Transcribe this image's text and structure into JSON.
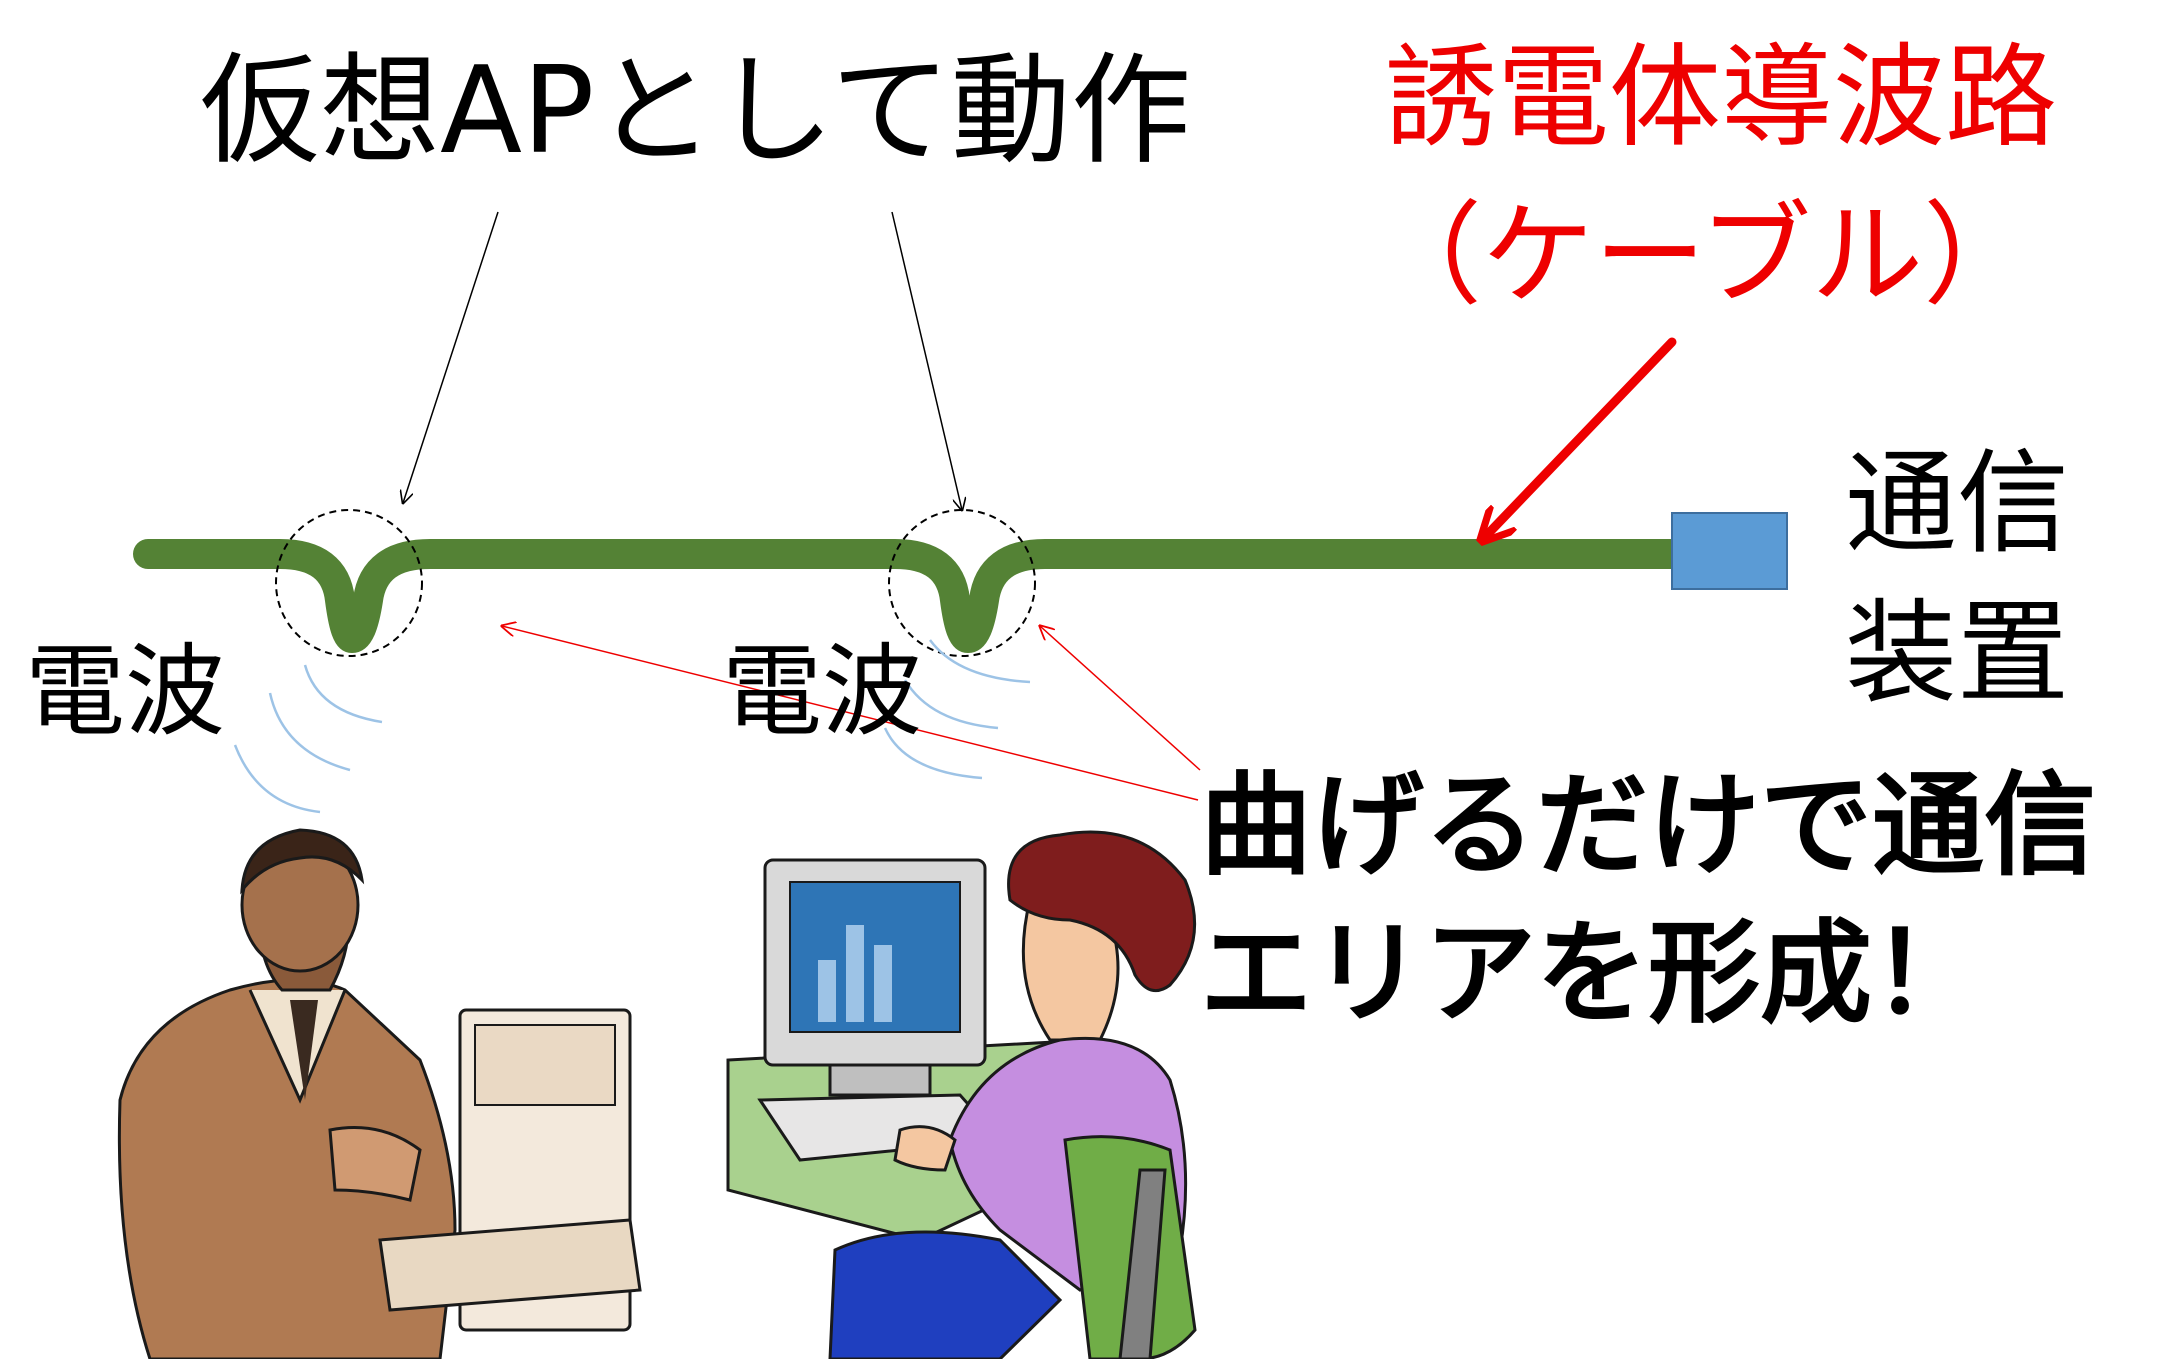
{
  "labels": {
    "virtual_ap": "仮想APとして動作",
    "dielectric_waveguide": "誘電体導波路",
    "cable": "（ケーブル）",
    "device_line1": "通信",
    "device_line2": "装置",
    "radio_wave_left": "電波",
    "radio_wave_center": "電波",
    "bend_line1": "曲げるだけで通信",
    "bend_line2": "エリアを形成！"
  },
  "colors": {
    "waveguide": "#548235",
    "device": "#5b9bd5",
    "highlight_text": "#ee0000",
    "waves": "#9dc3e6"
  },
  "icons": [
    "office-worker-clipart",
    "woman-at-computer-clipart"
  ]
}
